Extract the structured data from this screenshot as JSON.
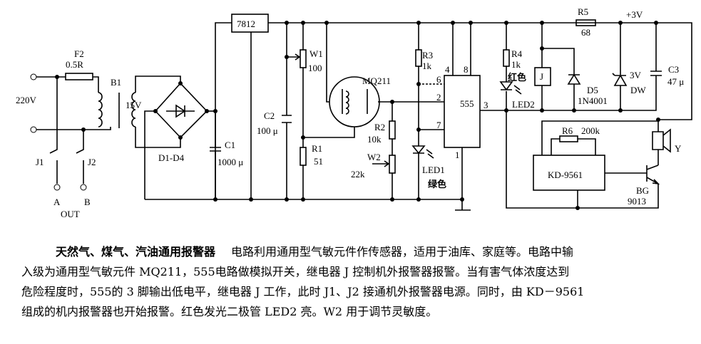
{
  "diagram": {
    "labels": {
      "regulator": "7812",
      "f2": "F2",
      "f2_val": "0.5R",
      "b1": "B1",
      "v220": "220V",
      "v15": "15V",
      "j1": "J1",
      "j2": "J2",
      "a": "A",
      "b": "B",
      "out": "OUT",
      "bridge": "D1-D4",
      "c1": "C1",
      "c1_val": "1000 μ",
      "c2": "C2",
      "c2_val": "100 μ",
      "w1": "W1",
      "w1_val": "100",
      "r1": "R1",
      "r1_val": "51",
      "mq": "MQ211",
      "r2": "R2",
      "r2_val": "10k",
      "w2": "W2",
      "w2_val": "22k",
      "r3": "R3",
      "r3_val": "1k",
      "led1": "LED1",
      "led1_color": "绿色",
      "ic": "555",
      "pin4": "4",
      "pin8": "8",
      "pin6": "6",
      "pin2": "2",
      "pin7": "7",
      "pin3": "3",
      "pin1": "1",
      "r4": "R4",
      "r4_val": "1k",
      "led2": "LED2",
      "led2_color": "红色",
      "relay": "J",
      "d5": "D5",
      "d5_val": "1N4001",
      "r5": "R5",
      "r5_val": "68",
      "v3": "+3V",
      "dw_v": "3V",
      "dw": "DW",
      "c3": "C3",
      "c3_val": "47 μ",
      "r6": "R6",
      "r6_val": "200k",
      "kd": "KD-9561",
      "speaker": "Y",
      "bg": "BG",
      "bg_val": "9013"
    }
  },
  "caption": {
    "title": "天然气、煤气、汽油通用报警器",
    "lines": [
      "电路利用通用型气敏元件作传感器，适用于油库、家庭等。电路中输",
      "入级为通用型气敏元件 MQ211，555电路做模拟开关，继电器 J 控制机外报警器报警。当有害气体浓度达到",
      "危险程度时，555的 3 脚输出低电平，继电器 J 工作，此时 J1、J2 接通机外报警器电源。同时，由 KD－9561",
      "组成的机内报警器也开始报警。红色发光二极管 LED2 亮。W2 用于调节灵敏度。"
    ]
  }
}
